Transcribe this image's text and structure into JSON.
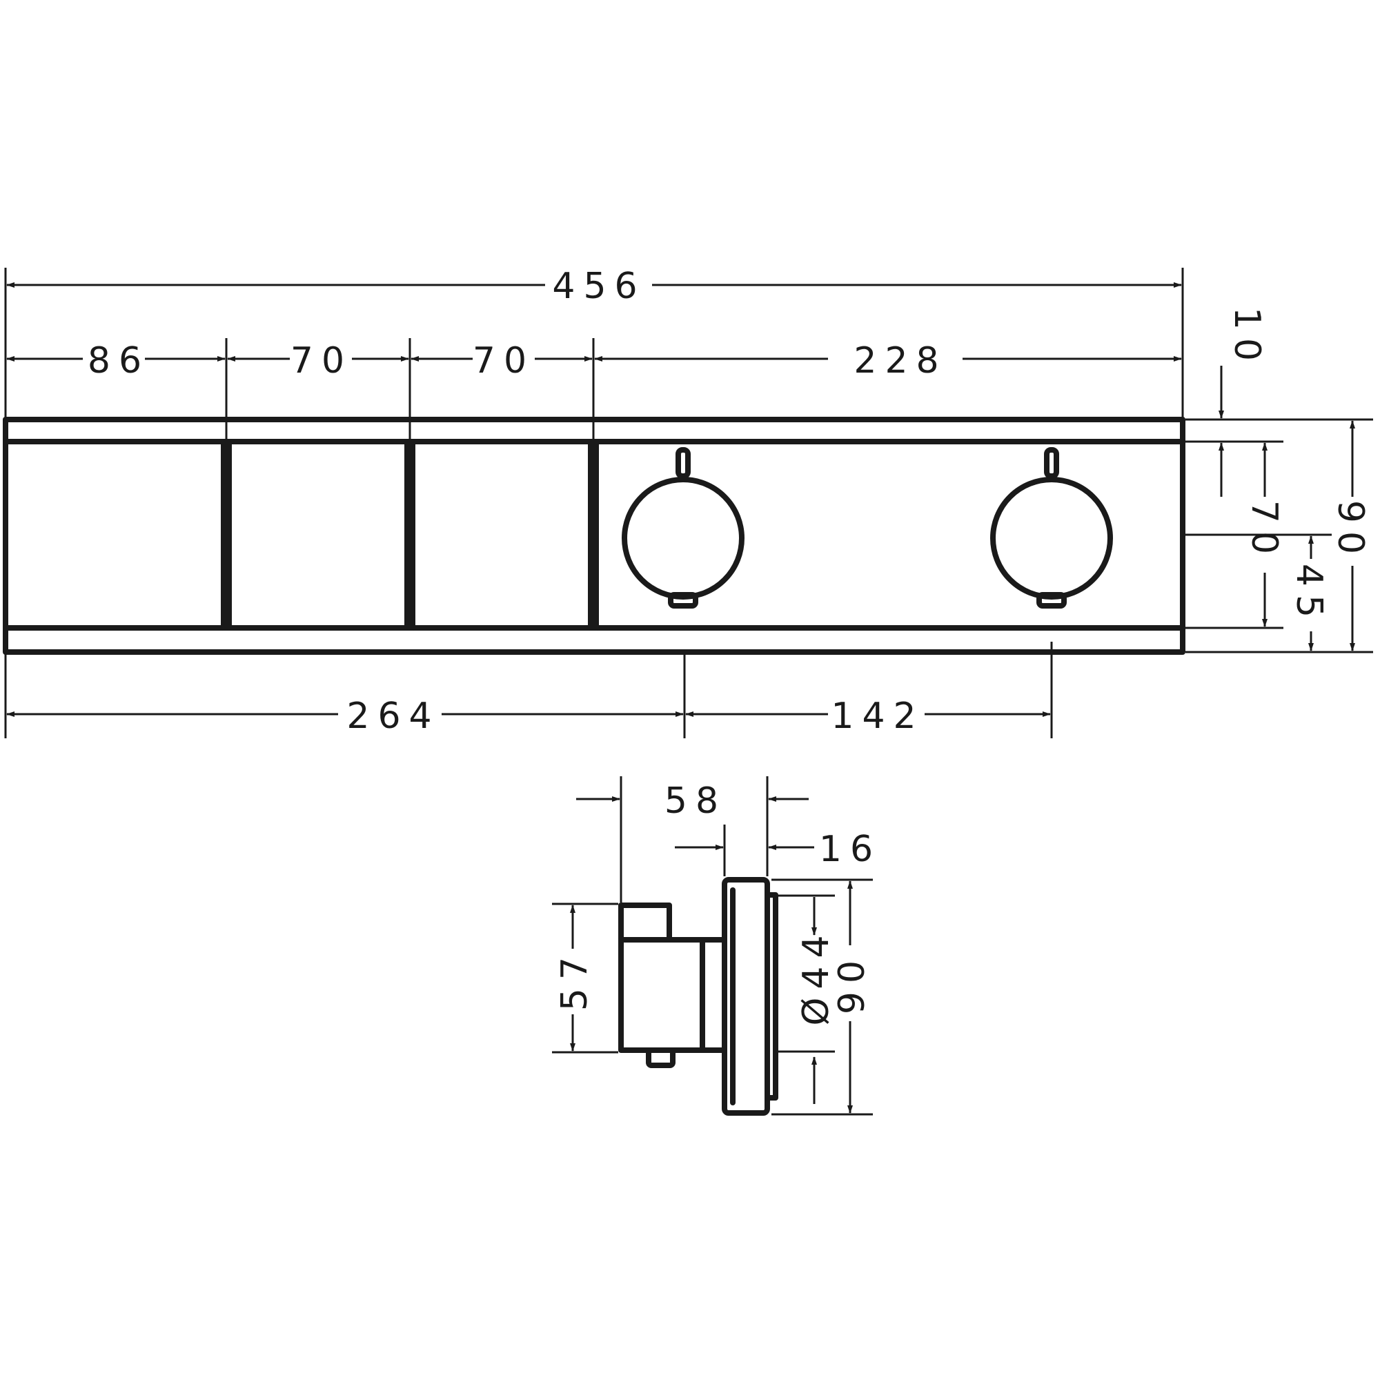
{
  "drawing": {
    "stroke_color": "#1a1a1a",
    "background": "#ffffff",
    "front_view": {
      "dimensions": {
        "overall_width": "456",
        "segment_1": "86",
        "segment_2": "70",
        "segment_3": "70",
        "segment_4": "228",
        "top_offset": "10",
        "inner_height": "70",
        "knob_height": "45",
        "overall_height": "90",
        "knob_1_position": "264",
        "knob_spacing": "142"
      }
    },
    "side_view": {
      "dimensions": {
        "depth": "58",
        "plate_thickness": "16",
        "body_height": "57",
        "knob_diameter": "Ø44",
        "overall_height": "90"
      }
    }
  }
}
